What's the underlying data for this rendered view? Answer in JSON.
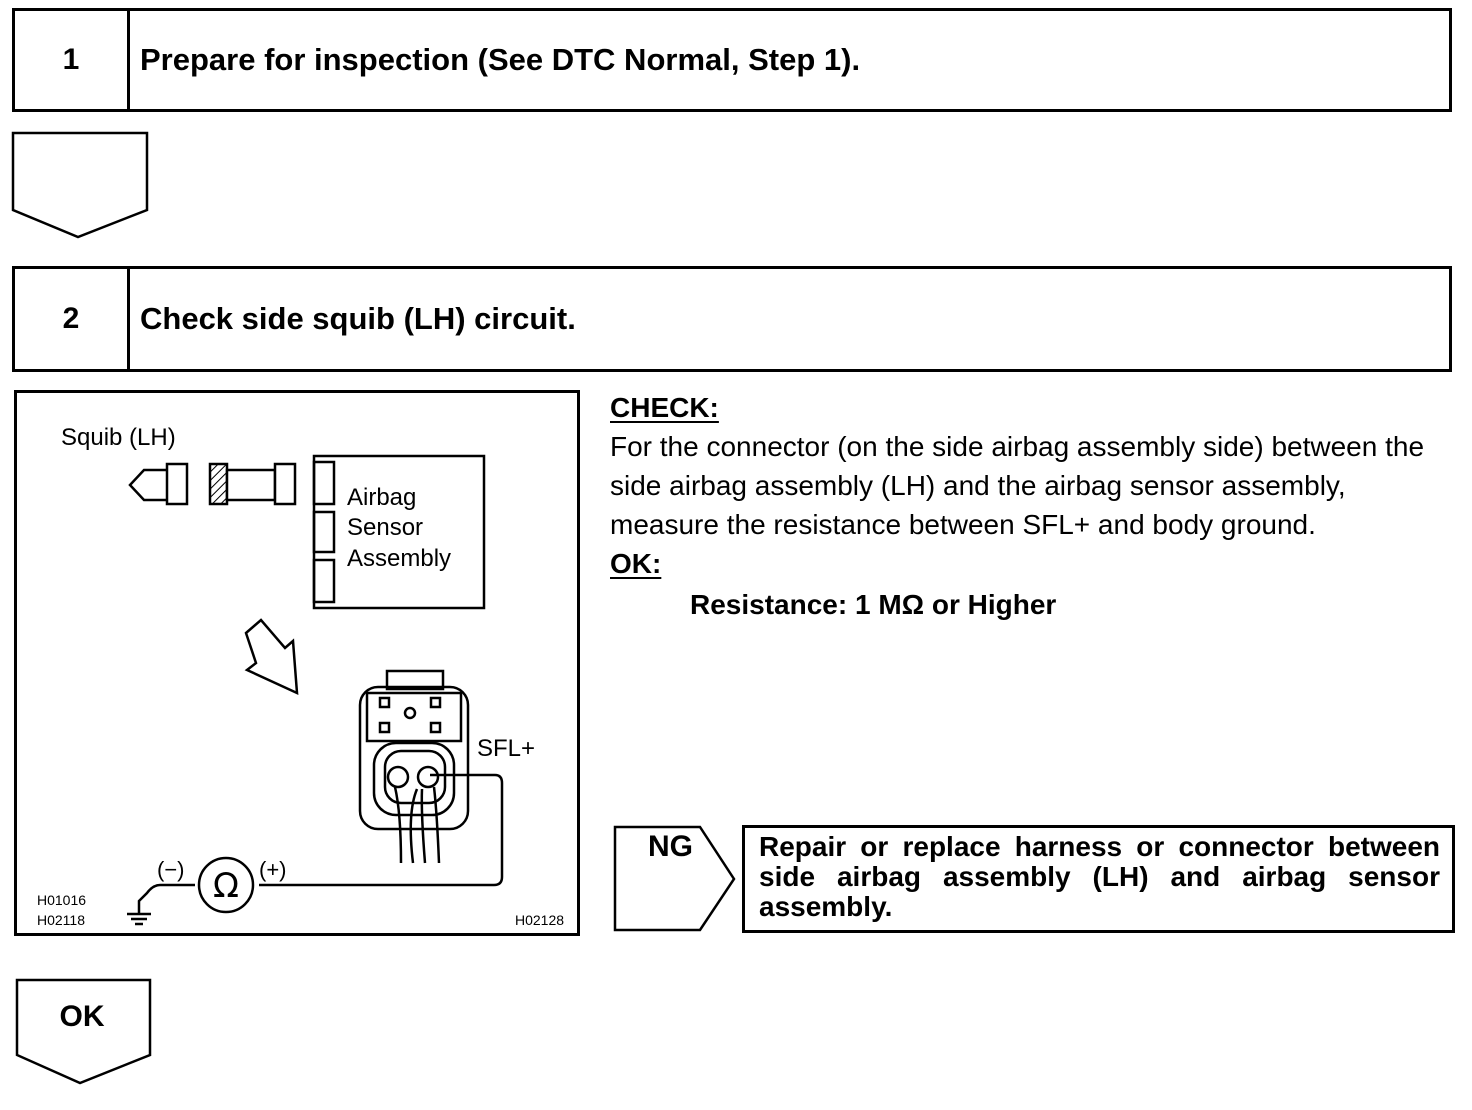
{
  "steps": [
    {
      "number": "1",
      "title": "Prepare for inspection (See DTC Normal, Step 1)."
    },
    {
      "number": "2",
      "title": "Check side squib (LH) circuit."
    }
  ],
  "figure": {
    "squib_label": "Squib (LH)",
    "sensor_label": [
      "Airbag",
      "Sensor",
      "Assembly"
    ],
    "terminal_label": "SFL+",
    "meter_neg": "(−)",
    "meter_pos": "(+)",
    "meter_symbol": "Ω",
    "ref_codes_left": [
      "H01016",
      "H02118"
    ],
    "ref_code_right": "H02128"
  },
  "check": {
    "heading": "CHECK:",
    "text": "For the connector (on the side airbag assembly side) between the side airbag assembly (LH) and the airbag sensor assembly, measure the resistance between SFL+ and body ground.",
    "ok_heading": "OK:",
    "ok_value": "Resistance: 1 MΩ or Higher"
  },
  "ng": {
    "label": "NG",
    "action": "Repair or replace harness or connector between side airbag assembly (LH) and airbag sensor assembly."
  },
  "ok_flow_label": "OK"
}
